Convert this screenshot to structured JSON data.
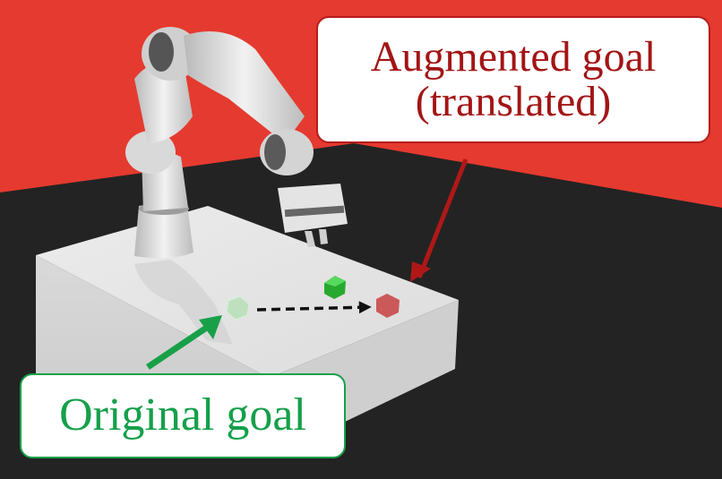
{
  "labels": {
    "augmented_goal_line1": "Augmented goal",
    "augmented_goal_line2": "(translated)",
    "original_goal": "Original goal"
  },
  "colors": {
    "wall_red": "#e53a2f",
    "floor_dark": "#232323",
    "table_white": "#e3e3e3",
    "augmented_accent": "#b01818",
    "original_accent": "#18a049",
    "object_green": "#27a82e",
    "goal_red_marker": "#c94a4a",
    "goal_green_marker": "#bfe0bf",
    "translation_arrow": "#111111"
  }
}
